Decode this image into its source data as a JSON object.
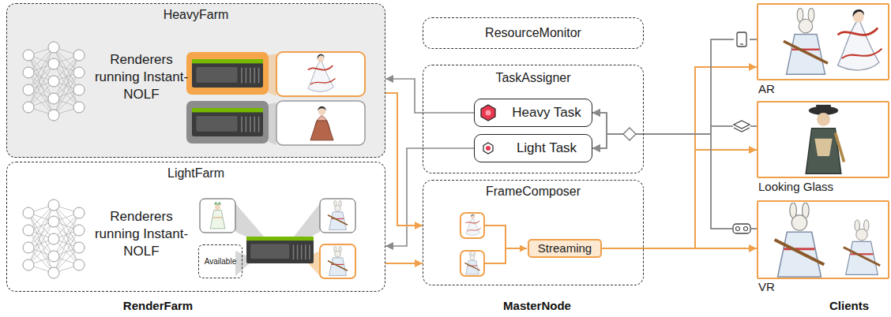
{
  "diagram": {
    "nodes": [
      {
        "text": [
          "HeavyFarm",
          "Renderers running Instant-NOLF"
        ]
      },
      {
        "text": [
          "LightFarm",
          "Renderers running Instant-NOLF"
        ]
      },
      {
        "text": [
          "Available"
        ],
        "in": 1
      },
      {
        "text": [
          "ResourceMonitor"
        ]
      },
      {
        "text": [
          "TaskAssigner"
        ]
      },
      {
        "text": [
          "Heavy Task"
        ],
        "in": 4
      },
      {
        "text": [
          "Light Task"
        ],
        "in": 4
      },
      {
        "text": [
          "FrameComposer"
        ]
      },
      {
        "text": [
          "Streaming"
        ],
        "in": 7
      },
      {
        "text": [
          "AR"
        ]
      },
      {
        "text": [
          "Looking Glass"
        ]
      },
      {
        "text": [
          "VR"
        ]
      }
    ],
    "edges": [
      {
        "from": 5,
        "to": 0,
        "arrow": "to"
      },
      {
        "from": 6,
        "to": 1,
        "arrow": "to"
      },
      {
        "from": 0,
        "to": 7,
        "arrow": "to"
      },
      {
        "from": 1,
        "to": 7,
        "arrow": "to"
      },
      {
        "from": 8,
        "to": 9,
        "arrow": "to"
      },
      {
        "from": 8,
        "to": 10,
        "arrow": "to"
      },
      {
        "from": 8,
        "to": 11,
        "arrow": "to"
      },
      {
        "from": 9,
        "to": 5,
        "arrow": "to"
      },
      {
        "from": 9,
        "to": 6,
        "arrow": "to"
      },
      {
        "from": 10,
        "to": 5,
        "arrow": "to"
      },
      {
        "from": 10,
        "to": 6,
        "arrow": "to"
      },
      {
        "from": 11,
        "to": 5,
        "arrow": "to"
      },
      {
        "from": 11,
        "to": 6,
        "arrow": "to"
      }
    ],
    "labels": [
      "RenderFarm",
      "MasterNode",
      "Clients"
    ]
  }
}
